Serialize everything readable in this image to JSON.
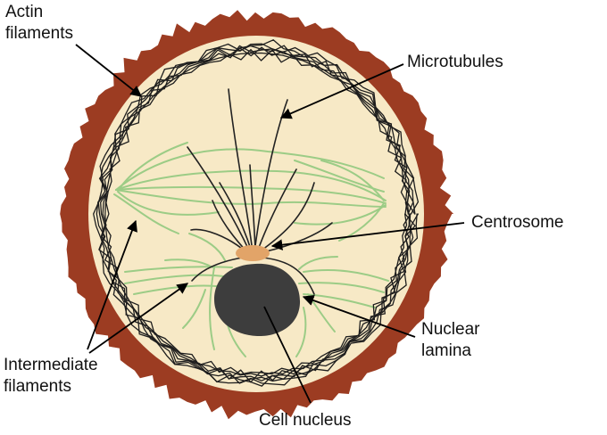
{
  "labels": {
    "actin_line1": "Actin",
    "actin_line2": "filaments",
    "microtubules": "Microtubules",
    "centrosome": "Centrosome",
    "nuclear_line1": "Nuclear",
    "nuclear_line2": "lamina",
    "intermediate_line1": "Intermediate",
    "intermediate_line2": "filaments",
    "cell_nucleus": "Cell nucleus"
  },
  "colors": {
    "cell_wall": "#9c3c22",
    "cytoplasm": "#f7e9c6",
    "actin": "#1e1e1e",
    "intermediate_filaments": "#9ccc86",
    "microtubules": "#222222",
    "centrosome": "#e2a468",
    "nucleus": "#3d3d3d",
    "leader_lines": "#000000"
  }
}
